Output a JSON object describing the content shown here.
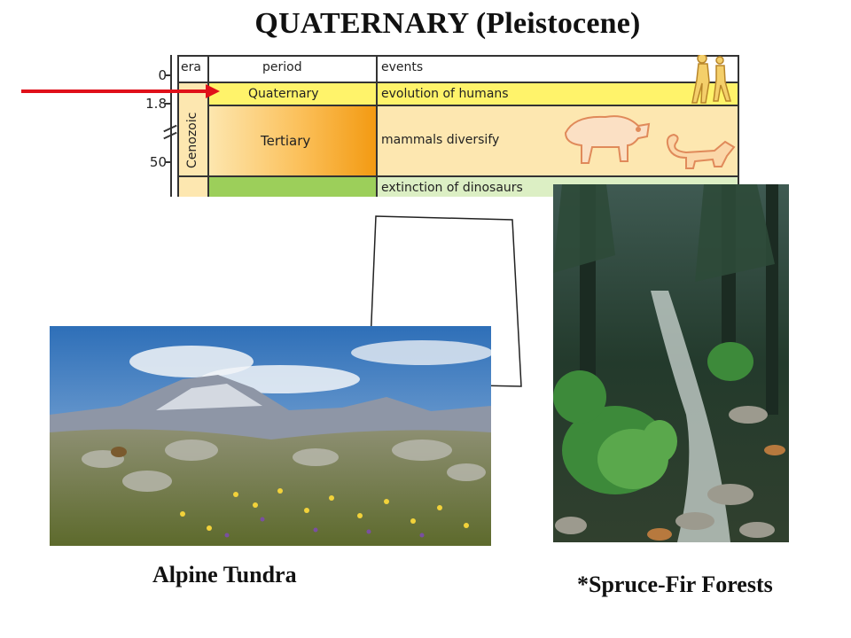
{
  "slide": {
    "title": "QUATERNARY (Pleistocene)"
  },
  "timescale": {
    "columns": {
      "era": "era",
      "period": "period",
      "events": "events"
    },
    "ages": [
      "0",
      "1.8",
      "50"
    ],
    "era_label": "Cenozoic",
    "rows": [
      {
        "period": "Quaternary",
        "event": "evolution of humans",
        "color": "#fff36a"
      },
      {
        "period": "Tertiary",
        "event": "mammals diversify",
        "color": "#f7a21b"
      },
      {
        "period": "",
        "event": "extinction of dinosaurs",
        "color": "#9ccf5a"
      }
    ],
    "arrow_color": "#e0101a"
  },
  "images": {
    "state_outline": "new-mexico-outline",
    "left_photo": "alpine-tundra-photo",
    "right_photo": "spruce-fir-forest-photo"
  },
  "captions": {
    "left": "Alpine Tundra",
    "right": "*Spruce-Fir Forests"
  }
}
